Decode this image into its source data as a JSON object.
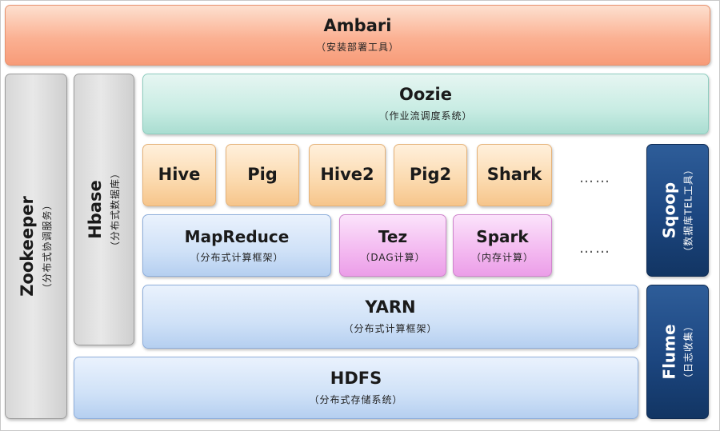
{
  "ambari": {
    "title": "Ambari",
    "sub": "（安装部署工具）"
  },
  "zookeeper": {
    "title": "Zookeeper",
    "sub": "（分布式协调服务）"
  },
  "hbase": {
    "title": "Hbase",
    "sub": "（分布式数据库）"
  },
  "oozie": {
    "title": "Oozie",
    "sub": "（作业流调度系统）"
  },
  "hive": {
    "title": "Hive"
  },
  "pig": {
    "title": "Pig"
  },
  "hive2": {
    "title": "Hive2"
  },
  "pig2": {
    "title": "Pig2"
  },
  "shark": {
    "title": "Shark"
  },
  "top_ellipsis": "……",
  "mapreduce": {
    "title": "MapReduce",
    "sub": "（分布式计算框架）"
  },
  "tez": {
    "title": "Tez",
    "sub": "（DAG计算）"
  },
  "spark": {
    "title": "Spark",
    "sub": "（内存计算）"
  },
  "mid_ellipsis": "……",
  "sqoop": {
    "title": "Sqoop",
    "sub": "（数据库TEL工具）"
  },
  "yarn": {
    "title": "YARN",
    "sub": "（分布式计算框架）"
  },
  "flume": {
    "title": "Flume",
    "sub": "（日志收集）"
  },
  "hdfs": {
    "title": "HDFS",
    "sub": "（分布式存储系统）"
  }
}
